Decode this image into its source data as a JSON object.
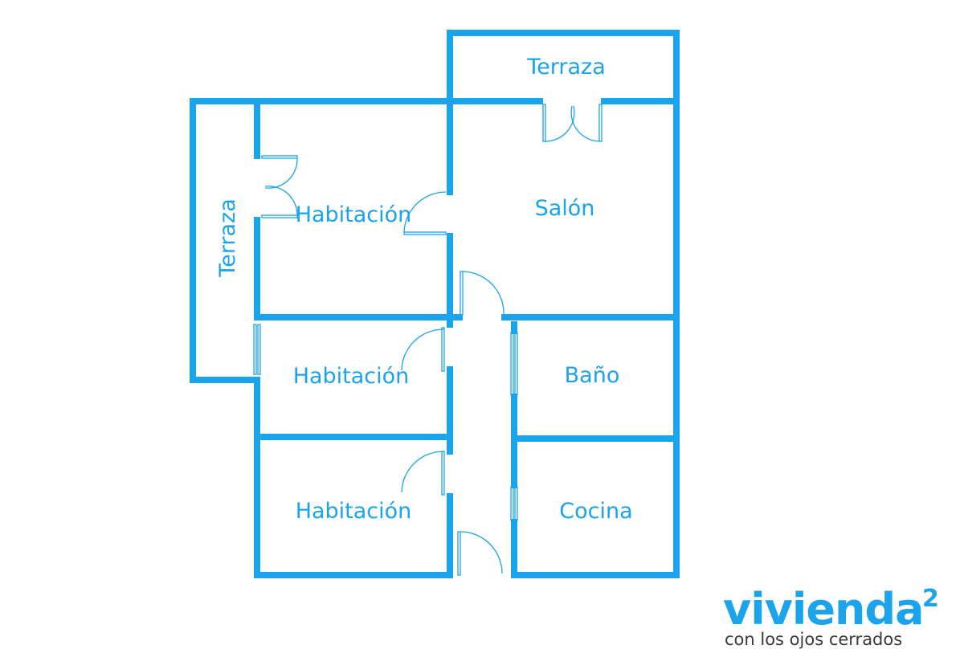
{
  "colors": {
    "wall": "#1ba3ec",
    "door": "#1ba3ec",
    "label": "#1ba3ec",
    "logo": "#1ba3ec",
    "tagline": "#3a3a3a"
  },
  "rooms": {
    "terraza_top": "Terraza",
    "terraza_side": "Terraza",
    "habitacion_1": "Habitación",
    "salon": "Salón",
    "habitacion_2": "Habitación",
    "bano": "Baño",
    "habitacion_3": "Habitación",
    "cocina": "Cocina"
  },
  "logo": {
    "word": "vivienda",
    "superscript": "2",
    "tagline": "con los ojos cerrados"
  }
}
